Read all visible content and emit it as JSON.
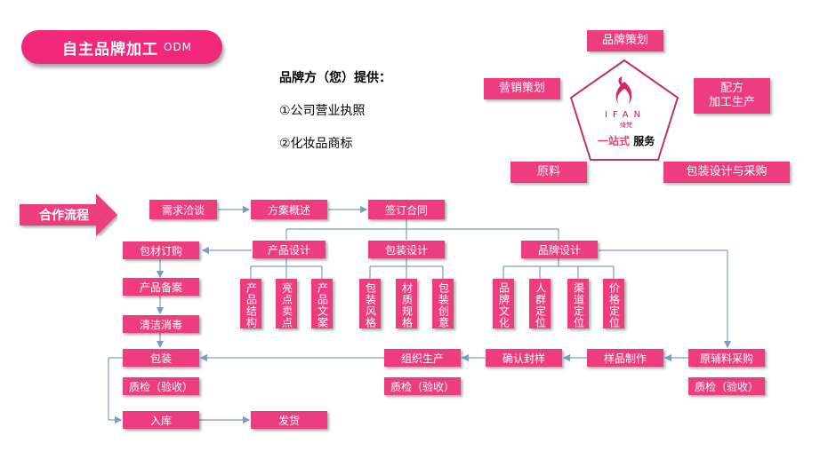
{
  "title": {
    "zh": "自主品牌加工",
    "en": "ODM"
  },
  "provide": {
    "heading": "品牌方（您）提供：",
    "item1": "①公司营业执照",
    "item2": "②化妆品商标"
  },
  "services": {
    "brand_plan": "品牌策划",
    "marketing": "营销策划",
    "formula_line1": "配方",
    "formula_line2": "加工生产",
    "materials": "原料",
    "packaging": "包装设计与采购",
    "logo": "IFAN",
    "logo_sub": "绮梵",
    "one_stop": "一站式",
    "service": "服务"
  },
  "flow": {
    "label": "合作流程",
    "demand": "需求洽谈",
    "plan": "方案概述",
    "contract": "签订合同",
    "product_design": "产品设计",
    "package_design": "包装设计",
    "brand_design": "品牌设计",
    "pd1": "产品结构",
    "pd2": "亮点卖点",
    "pd3": "产品文案",
    "pk1": "包装风格",
    "pk2": "材质规格",
    "pk3": "包装创意",
    "bd1": "品牌文化",
    "bd2": "人群定位",
    "bd3": "渠道定位",
    "bd4": "价格定位",
    "material_order": "包材订购",
    "filing": "产品备案",
    "sterilize": "清洁消毒",
    "pack": "包装",
    "qc_pack": "质检（验收）",
    "warehouse": "入库",
    "ship": "发货",
    "organize": "组织生产",
    "qc_org": "质检（验收）",
    "confirm": "确认封样",
    "sample": "样品制作",
    "purchase": "原辅料采购",
    "qc_purchase": "质检（验收）"
  },
  "colors": {
    "accent": "#ee3d7f",
    "line": "#7a9cc6"
  }
}
